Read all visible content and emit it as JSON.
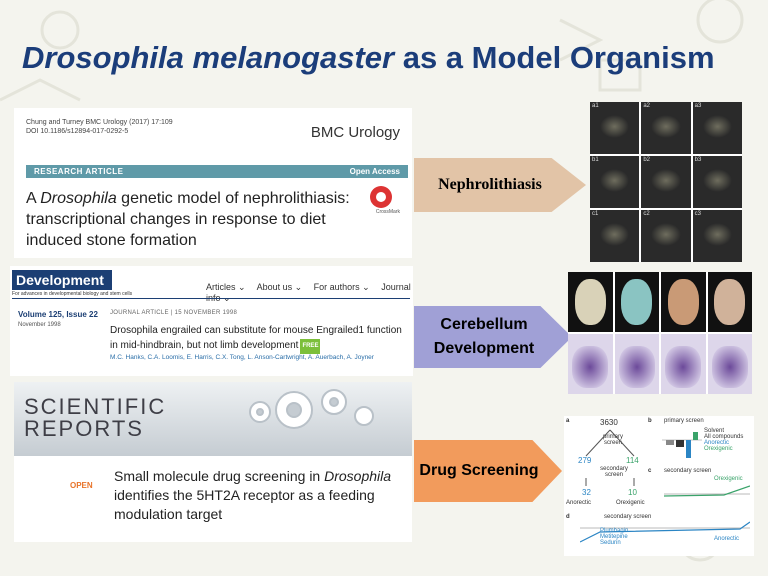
{
  "slide_title": {
    "italic": "Drosophila melanogaster",
    "rest": " as a Model Organism"
  },
  "colors": {
    "title": "#1b3d7a",
    "arrow_nephro": "#e2c4a7",
    "arrow_cereb": "#a0a0d6",
    "arrow_drug": "#f29b5c",
    "bmc_bar": "#5f9aa8",
    "dev_brand": "#1c3f74",
    "sci_open": "#e8742a"
  },
  "bmc": {
    "citation_line1": "Chung and Turney BMC Urology (2017) 17:109",
    "citation_line2": "DOI 10.1186/s12894-017-0292-5",
    "journal": "BMC Urology",
    "bar_left": "RESEARCH ARTICLE",
    "bar_right": "Open Access",
    "title_a": "A ",
    "title_italic": "Drosophila",
    "title_b": " genetic model of nephrolithiasis: transcriptional changes in response to diet induced stone formation",
    "crossmark_label": "CrossMark"
  },
  "development": {
    "logo": "Development",
    "logo_sub": "For advances in developmental biology and stem cells",
    "nav": [
      "Articles ⌄",
      "About us ⌄",
      "For authors ⌄",
      "Journal info ⌄"
    ],
    "volume": "Volume 125, Issue 22",
    "date": "November 1998",
    "meta": "JOURNAL ARTICLE | 15 NOVEMBER 1998",
    "title": "Drosophila engrailed can substitute for mouse Engrailed1 function in mid-hindbrain, but not limb development",
    "free": "FREE",
    "authors": "M.C. Hanks, C.A. Loomis, E. Harris, C.X. Tong, L. Anson-Cartwright, A. Auerbach, A. Joyner"
  },
  "scireports": {
    "brand_line1": "SCIENTIFIC",
    "brand_line2": "REPORTS",
    "open": "OPEN",
    "title_a": "Small molecule drug screening in ",
    "title_italic": "Drosophila",
    "title_b": " identifies the 5HT2A receptor as a feeding modulation target"
  },
  "arrows": {
    "nephro": "Nephrolithiasis",
    "cereb": "Cerebellum Development",
    "drug": "Drug Screening"
  },
  "panel1_labels": [
    "a1",
    "a2",
    "a3",
    "b1",
    "b2",
    "b3",
    "c1",
    "c2",
    "c3"
  ],
  "panel3": {
    "label_a": "a",
    "total": "3630",
    "primary": "primary screen",
    "n_left": "279",
    "n_right": "114",
    "secondary": "secondary screen",
    "n_left2": "32",
    "n_right2": "10",
    "anorectic": "Anorectic",
    "orexigenic": "Orexigenic",
    "label_b": "b",
    "primary_b": "primary screen",
    "legend": [
      "Solvent",
      "All compounds",
      "Anorectic",
      "Orexigenic"
    ],
    "label_c": "c",
    "secondary_c": "secondary screen",
    "orexigenic_c": "Orexigenic",
    "label_d": "d",
    "secondary_d": "secondary screen",
    "drugs": [
      "Plumbagin",
      "Metitepine",
      "Sedurin"
    ],
    "anorectic_d": "Anorectic"
  }
}
